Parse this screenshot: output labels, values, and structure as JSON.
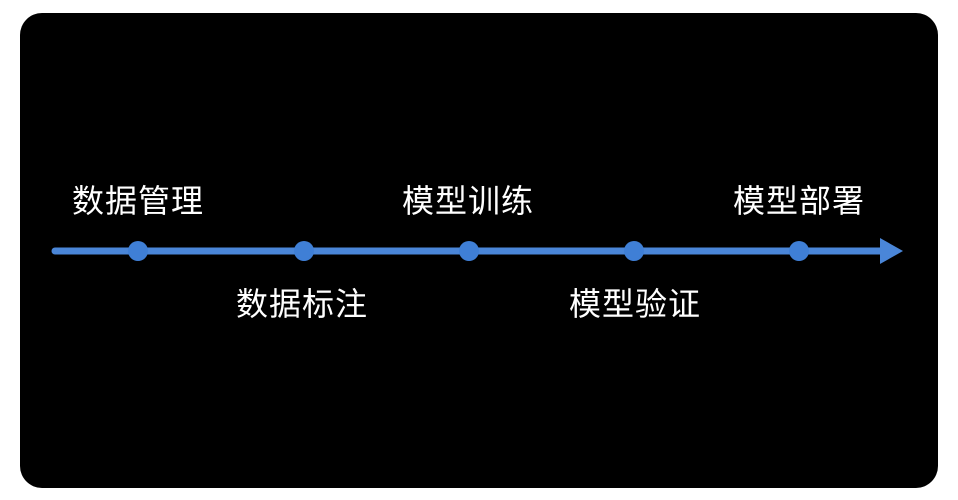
{
  "colors": {
    "background": "#000000",
    "line": "#4a86d8",
    "dot": "#3f7fd6",
    "text": "#ffffff"
  },
  "steps": [
    {
      "label": "数据管理",
      "position": "above"
    },
    {
      "label": "数据标注",
      "position": "below"
    },
    {
      "label": "模型训练",
      "position": "above"
    },
    {
      "label": "模型验证",
      "position": "below"
    },
    {
      "label": "模型部署",
      "position": "above"
    }
  ]
}
